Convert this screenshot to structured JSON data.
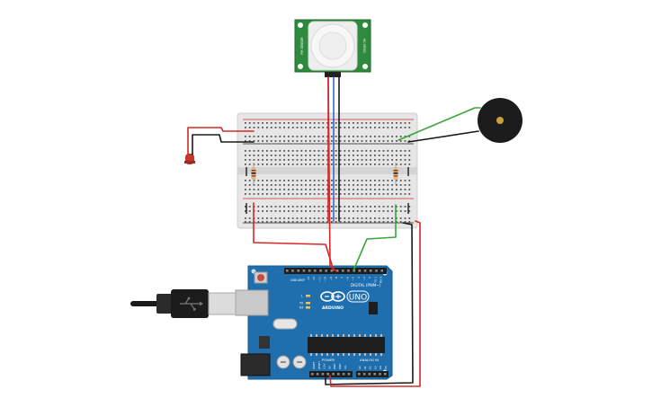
{
  "pir": {
    "left_text": "PIR SENSOR",
    "right_text": "HC-SR501"
  },
  "arduino": {
    "uno_text": "UNO",
    "brand_text": "ARDUINO",
    "digital_text": "DIGITAL (PWM~)",
    "power_text": "POWER",
    "analog_text": "ANALOG IN",
    "tx_text": "TX",
    "rx_text": "RX",
    "l_text": "L",
    "aref_text": "AREF",
    "gnd_text": "GND",
    "digital_pins": [
      "13",
      "12",
      "~11",
      "~10",
      "~9",
      "8",
      "7",
      "~6",
      "~5",
      "4",
      "~3",
      "2",
      "TX 1",
      "RX 0"
    ],
    "power_pins": [
      "IOREF",
      "RESET",
      "3.3V",
      "5V",
      "GND",
      "GND",
      "Vin"
    ],
    "analog_pins": [
      "A0",
      "A1",
      "A2",
      "A3",
      "A4",
      "A5"
    ]
  },
  "colors": {
    "board_blue": "#1f6fae",
    "breadboard": "#e6e6e6",
    "pcb_green": "#2e8b3e",
    "wire_red": "#d62828",
    "wire_black": "#1a1a1a",
    "wire_green": "#3aa63a",
    "wire_blue": "#2c6fd1"
  }
}
